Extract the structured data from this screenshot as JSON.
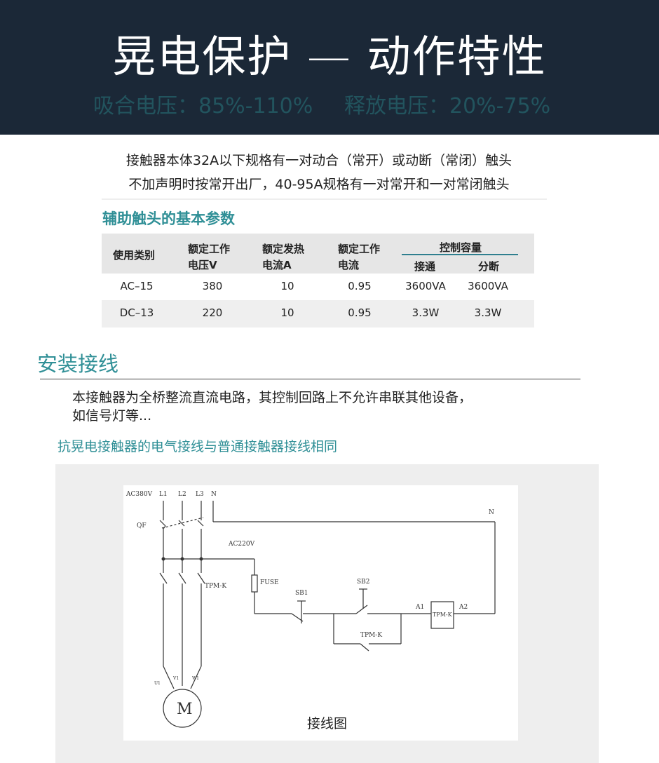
{
  "banner": {
    "title": "晃电保护 — 动作特性",
    "pull_in": "吸合电压：85%-110%",
    "release": "释放电压：20%-75%"
  },
  "intro": {
    "line1": "接触器本体32A以下规格有一对动合（常开）或动断（常闭）触头",
    "line2": "不加声明时按常开出厂，40-95A规格有一对常开和一对常闭触头"
  },
  "aux_contacts": {
    "heading": "辅助触头的基本参数",
    "headers": {
      "category": "使用类别",
      "voltage": [
        "额定工作",
        "电压V"
      ],
      "heat_current": [
        "额定发热",
        "电流A"
      ],
      "work_current": [
        "额定工作",
        "电流"
      ],
      "capacity": "控制容量",
      "make": "接通",
      "break": "分断"
    },
    "rows": [
      [
        "AC–15",
        "380",
        "10",
        "0.95",
        "3600VA",
        "3600VA"
      ],
      [
        "DC–13",
        "220",
        "10",
        "0.95",
        "3.3W",
        "3.3W"
      ]
    ]
  },
  "install": {
    "heading": "安装接线",
    "text_line1": "本接触器为全桥整流直流电路，其控制回路上不允许串联其他设备，",
    "text_line2": "如信号灯等..."
  },
  "wiring": {
    "heading": "抗晃电接触器的电气接线与普通接触器接线相同",
    "caption": "接线图",
    "labels": {
      "supply": "AC380V",
      "l1": "L1",
      "l2": "L2",
      "l3": "L3",
      "n_top": "N",
      "qf": "QF",
      "ac220": "AC220V",
      "n_right": "N",
      "fuse": "FUSE",
      "sb1": "SB1",
      "sb2": "SB2",
      "a1": "A1",
      "a2": "A2",
      "coil": "TPM-K",
      "main_contacts": "TPM-K",
      "aux_contact": "TPM-K",
      "u1": "U1",
      "v1": "V1",
      "w1": "W1",
      "motor": "M"
    }
  }
}
